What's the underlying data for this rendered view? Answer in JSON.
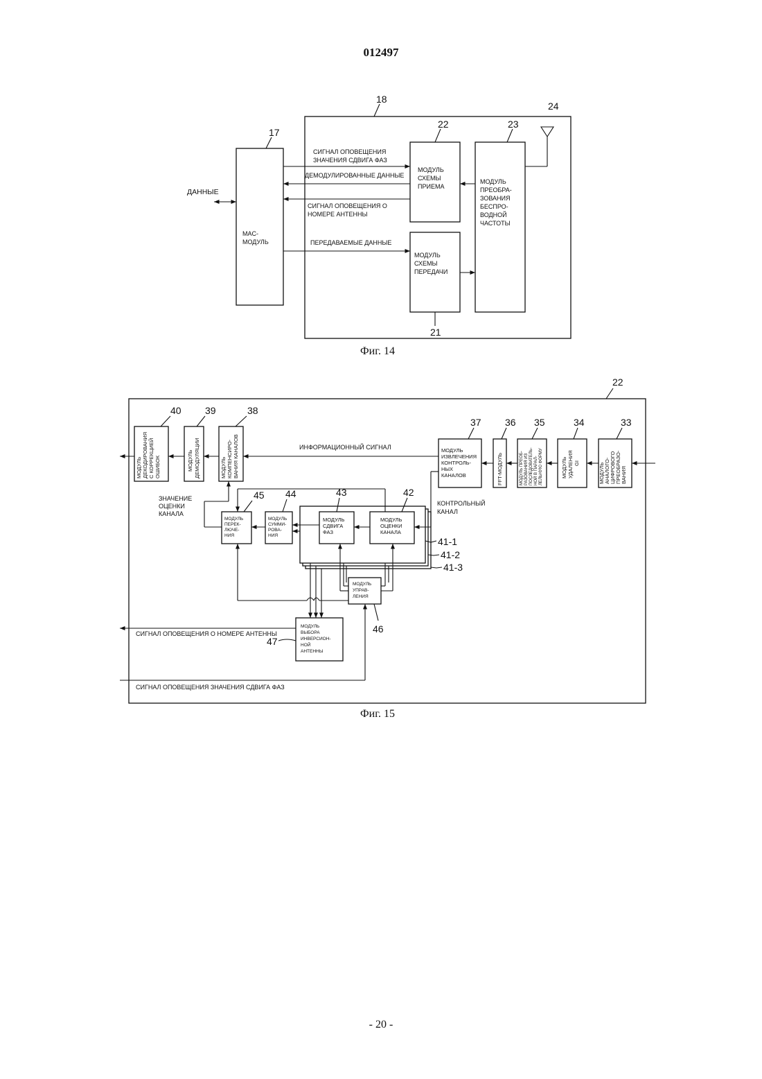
{
  "header": {
    "doc_number": "012497"
  },
  "footer": {
    "page": "- 20 -"
  },
  "fig14": {
    "caption": "Фиг. 14",
    "ref_outer": "18",
    "ref_mac": "17",
    "ref_rx": "22",
    "ref_rf": "23",
    "ref_antenna": "24",
    "ref_tx": "21",
    "data_label": "ДАННЫЕ",
    "mac_lines": [
      "MAC-",
      "МОДУЛЬ"
    ],
    "rx_lines": [
      "МОДУЛЬ",
      "СХЕМЫ",
      "ПРИЕМА"
    ],
    "tx_lines": [
      "МОДУЛЬ",
      "СХЕМЫ",
      "ПЕРЕДАЧИ"
    ],
    "rf_lines": [
      "МОДУЛЬ",
      "ПРЕОБРА-",
      "ЗОВАНИЯ",
      "БЕСПРО-",
      "ВОДНОЙ",
      "ЧАСТОТЫ"
    ],
    "sig_phase_lines": [
      "СИГНАЛ ОПОВЕЩЕНИЯ",
      "ЗНАЧЕНИЯ СДВИГА ФАЗ"
    ],
    "sig_demod": "ДЕМОДУЛИРОВАННЫЕ ДАННЫЕ",
    "sig_antenna_lines": [
      "СИГНАЛ ОПОВЕЩЕНИЯ О",
      "НОМЕРЕ АНТЕННЫ"
    ],
    "sig_tx": "ПЕРЕДАВАЕМЫЕ ДАННЫЕ"
  },
  "fig15": {
    "caption": "Фиг. 15",
    "ref_outer": "22",
    "refs": {
      "m33": "33",
      "m34": "34",
      "m35": "35",
      "m36": "36",
      "m37": "37",
      "m38": "38",
      "m39": "39",
      "m40": "40",
      "m42": "42",
      "m43": "43",
      "m44": "44",
      "m45": "45",
      "m46": "46",
      "m47": "47",
      "r41_1": "41-1",
      "r41_2": "41-2",
      "r41_3": "41-3"
    },
    "m33_lines": [
      "МОДУЛЬ",
      "АНАЛОГО-",
      "ЦИФРОВОГО",
      "ПРЕОБРАЗО-",
      "ВАНИЯ"
    ],
    "m34_lines": [
      "МОДУЛЬ",
      "УДАЛЕНИЯ",
      "GI"
    ],
    "m35_lines": [
      "МОДУЛЬ ПРЕОБ-",
      "РАЗОВАНИЯ ИЗ",
      "ПОСЛЕДОВАТЕЛЬ-",
      "НОЙ В ПАРАЛ-",
      "ЛЕЛЬНУЮ ФОРМУ"
    ],
    "m36_lines": [
      "FFT-МОДУЛЬ"
    ],
    "m37_lines": [
      "МОДУЛЬ",
      "ИЗВЛЕЧЕНИЯ",
      "КОНТРОЛЬ-",
      "НЫХ",
      "КАНАЛОВ"
    ],
    "m38_lines": [
      "МОДУЛЬ",
      "КОМПЕНСИРО-",
      "ВАНИЯ КАНАЛОВ"
    ],
    "m39_lines": [
      "МОДУЛЬ",
      "ДЕМОДУЛЯЦИИ"
    ],
    "m40_lines": [
      "МОДУЛЬ",
      "ДЕКОДИРОВАНИЯ",
      "С КОРРЕКЦИЕЙ",
      "ОШИБОК"
    ],
    "m42_lines": [
      "МОДУЛЬ",
      "ОЦЕНКИ",
      "КАНАЛА"
    ],
    "m43_lines": [
      "МОДУЛЬ",
      "СДВИГА",
      "ФАЗ"
    ],
    "m44_lines": [
      "МОДУЛЬ",
      "СУММИ-",
      "РОВА-",
      "НИЯ"
    ],
    "m45_lines": [
      "МОДУЛЬ",
      "ПЕРЕК-",
      "ЛЮЧЕ-",
      "НИЯ"
    ],
    "m46_lines": [
      "МОДУЛЬ",
      "УПРАВ-",
      "ЛЕНИЯ"
    ],
    "m47_lines": [
      "МОДУЛЬ",
      "ВЫБОРА",
      "ИНВЕРСИОН-",
      "НОЙ",
      "АНТЕННЫ"
    ],
    "info_signal": "ИНФОРМАЦИОННЫЙ СИГНАЛ",
    "control_channel_lines": [
      "КОНТРОЛЬНЫЙ",
      "КАНАЛ"
    ],
    "channel_estimate_lines": [
      "ЗНАЧЕНИЕ",
      "ОЦЕНКИ",
      "КАНАЛА"
    ],
    "sig_antenna": "СИГНАЛ ОПОВЕЩЕНИЯ О НОМЕРЕ АНТЕННЫ",
    "sig_phase": "СИГНАЛ ОПОВЕЩЕНИЯ ЗНАЧЕНИЯ СДВИГА ФАЗ"
  }
}
